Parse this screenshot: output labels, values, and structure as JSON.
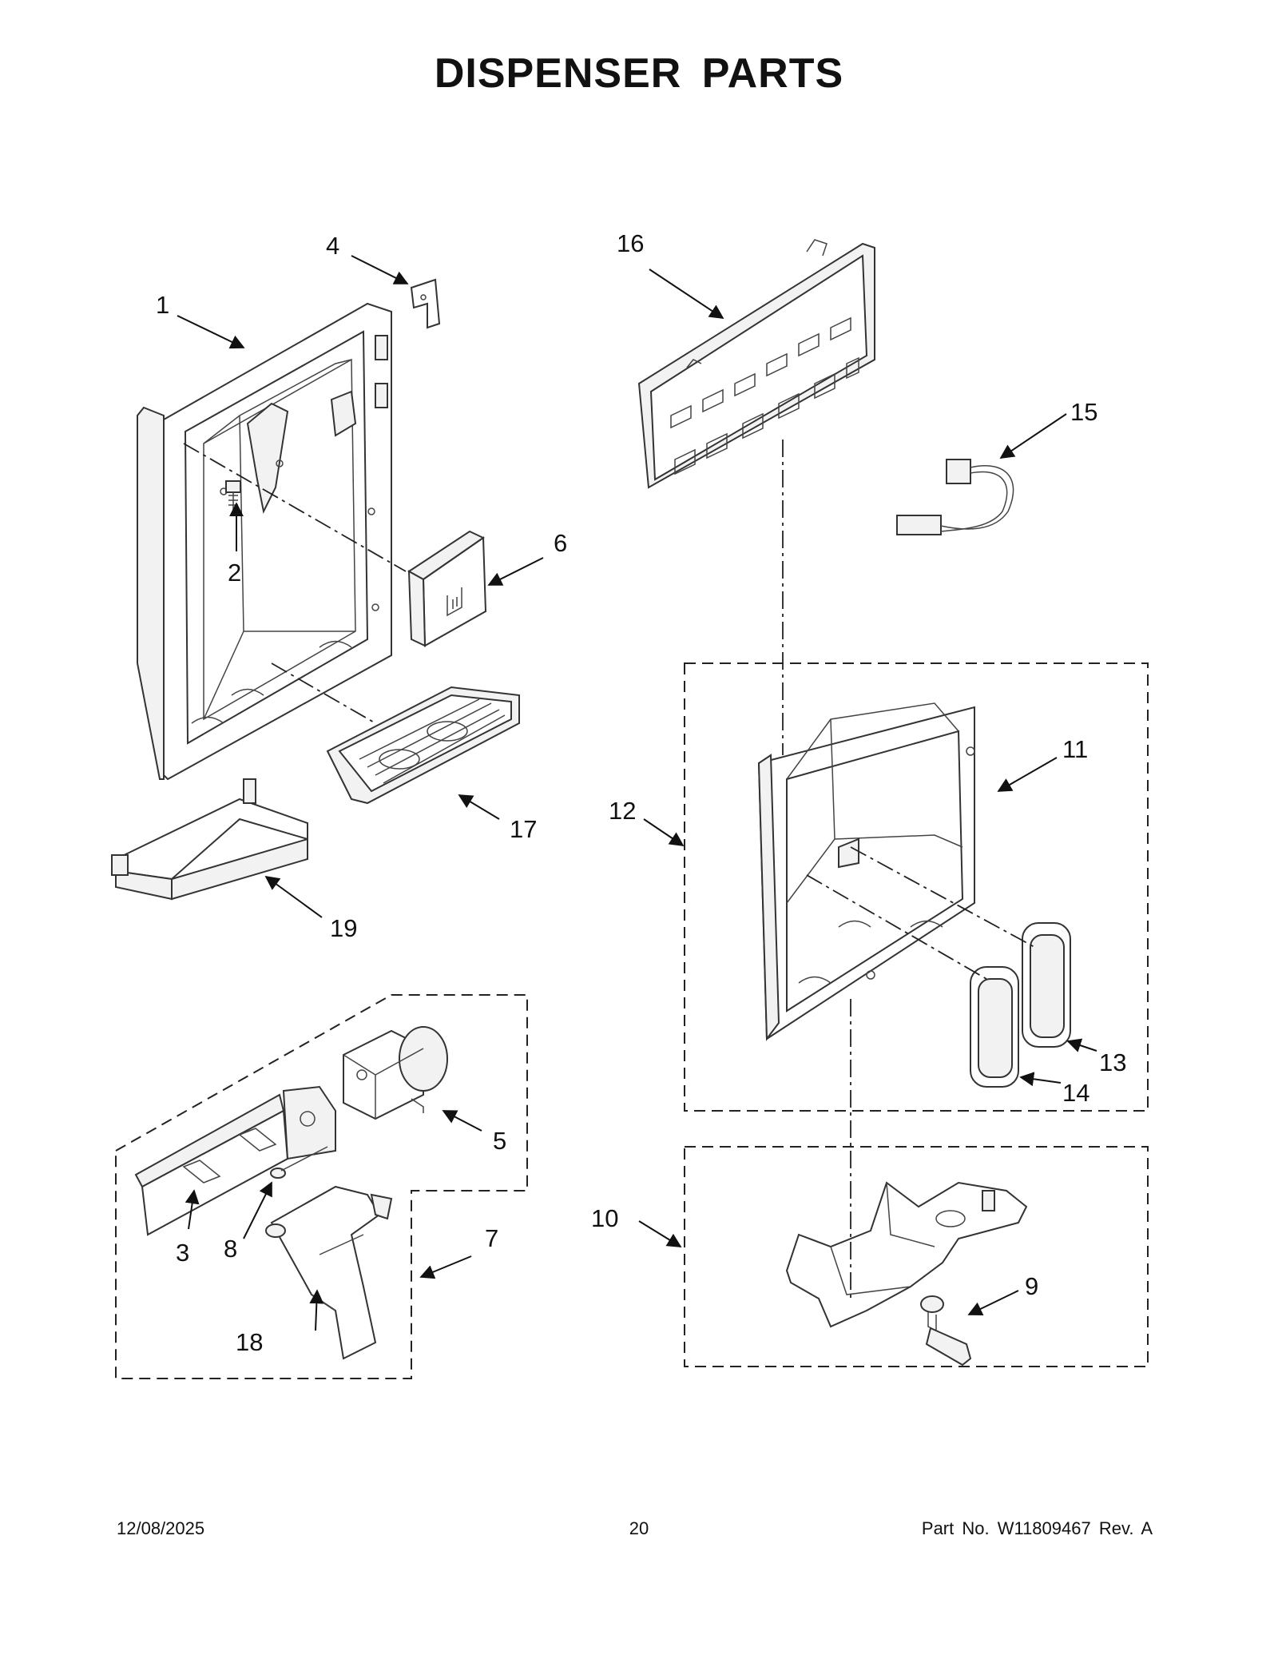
{
  "title": "DISPENSER PARTS",
  "callouts": [
    "1",
    "2",
    "3",
    "4",
    "5",
    "6",
    "7",
    "8",
    "9",
    "10",
    "11",
    "12",
    "13",
    "14",
    "15",
    "16",
    "17",
    "18",
    "19"
  ],
  "footer": {
    "date": "12/08/2025",
    "page_number": "20",
    "part_info": "Part No.  W11809467  Rev.  A"
  }
}
